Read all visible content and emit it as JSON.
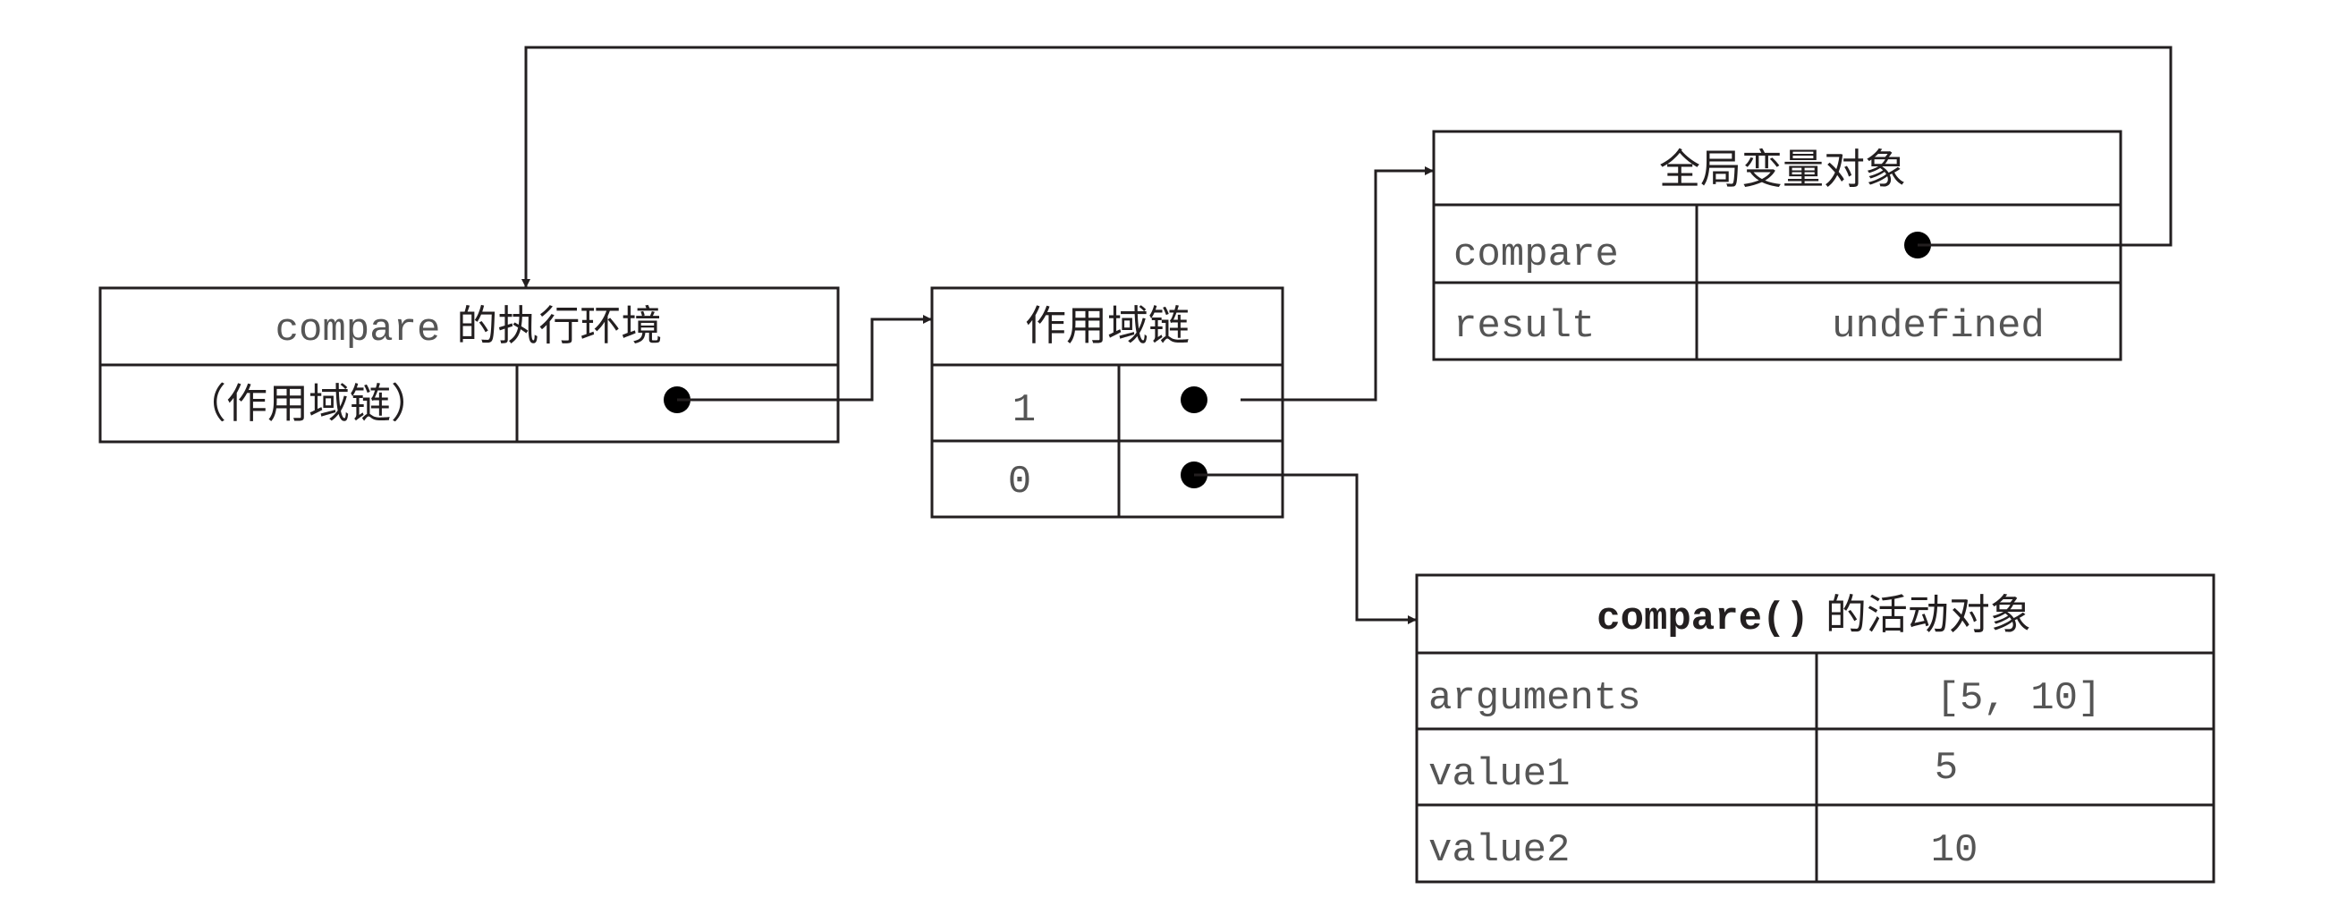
{
  "exec_context": {
    "title_code": "compare",
    "title_text": "的执行环境",
    "row_label": "（作用域链）"
  },
  "scope_chain": {
    "title": "作用域链",
    "rows": [
      {
        "index": "1"
      },
      {
        "index": "0"
      }
    ]
  },
  "global_object": {
    "title": "全局变量对象",
    "rows": [
      {
        "name": "compare",
        "value": ""
      },
      {
        "name": "result",
        "value": "undefined"
      }
    ]
  },
  "activation_object": {
    "title_code": "compare()",
    "title_text": "的活动对象",
    "rows": [
      {
        "name": "arguments",
        "value": "[5, 10]"
      },
      {
        "name": "value1",
        "value": "5"
      },
      {
        "name": "value2",
        "value": "10"
      }
    ]
  },
  "colors": {
    "line": "#231f20",
    "code_text": "#555555"
  }
}
